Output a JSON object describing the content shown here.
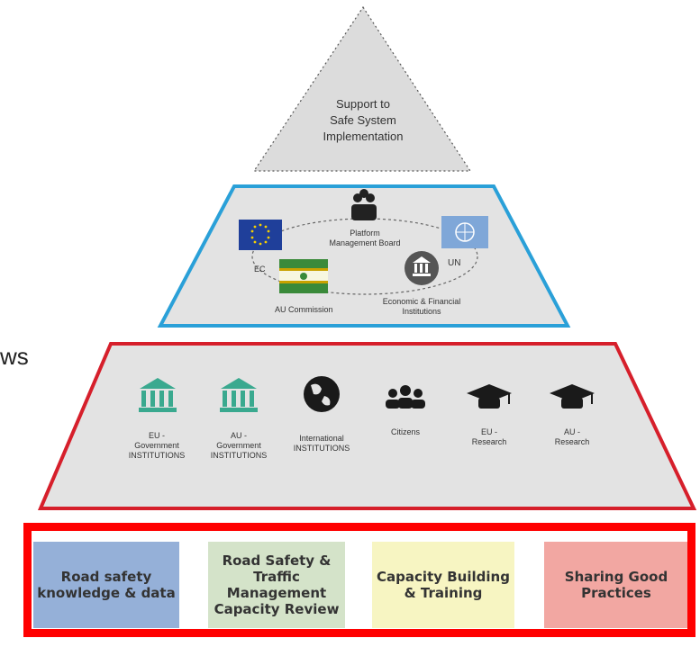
{
  "side_fragment": "ws",
  "top_tier": {
    "lines": [
      "Support to",
      "Safe System",
      "Implementation"
    ]
  },
  "middle_tier": {
    "board_lines": [
      "Platform",
      "Management Board"
    ],
    "ec_label": "EC",
    "un_label": "UN",
    "au_label": "AU Commission",
    "efi_lines": [
      "Economic & Financial",
      "Institutions"
    ]
  },
  "base_tier": {
    "items": [
      {
        "lines": [
          "EU -",
          "Government",
          "INSTITUTIONS"
        ],
        "icon": "building-icon"
      },
      {
        "lines": [
          "AU -",
          "Government",
          "INSTITUTIONS"
        ],
        "icon": "building-icon"
      },
      {
        "lines": [
          "International",
          "INSTITUTIONS"
        ],
        "icon": "globe-icon"
      },
      {
        "lines": [
          "Citizens"
        ],
        "icon": "people-icon"
      },
      {
        "lines": [
          "EU -",
          "Research"
        ],
        "icon": "graduation-cap-icon"
      },
      {
        "lines": [
          "AU -",
          "Research"
        ],
        "icon": "graduation-cap-icon"
      }
    ]
  },
  "pillars": [
    {
      "lines": [
        "Road safety",
        "knowledge & data"
      ],
      "color": "#95b0d8"
    },
    {
      "lines": [
        "Road Safety &",
        "Traffic",
        "Management",
        "Capacity Review"
      ],
      "color": "#d4e3c9"
    },
    {
      "lines": [
        "Capacity Building",
        "& Training"
      ],
      "color": "#f7f5c2"
    },
    {
      "lines": [
        "Sharing Good",
        "Practices"
      ],
      "color": "#f2a7a2"
    }
  ],
  "colors": {
    "top_fill": "#d9d9d9",
    "mid_border": "#2aa0d8",
    "base_border": "#d61f2b",
    "frame_border": "#ff0000",
    "teal_icon": "#3aa98f"
  }
}
